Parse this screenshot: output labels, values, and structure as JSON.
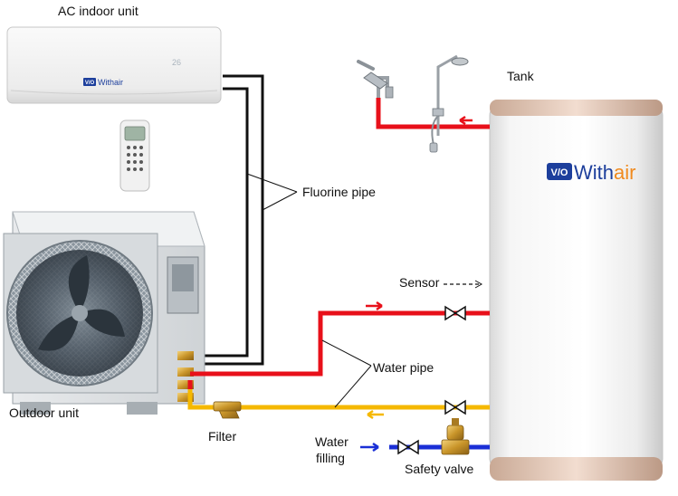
{
  "labels": {
    "ac_indoor_unit": "AC indoor unit",
    "tank": "Tank",
    "fluorine_pipe": "Fluorine pipe",
    "sensor": "Sensor",
    "water_pipe": "Water pipe",
    "outdoor_unit": "Outdoor unit",
    "filter": "Filter",
    "water_filling_line1": "Water",
    "water_filling_line2": "filling",
    "safety_valve": "Safety valve"
  },
  "brand": {
    "prefix": "V/O",
    "name": "Withair",
    "name_main": "With",
    "name_accent": "air"
  },
  "indoor_display": "26",
  "colors": {
    "hot_pipe": "#e8101a",
    "return_pipe": "#f5b800",
    "cold_pipe": "#1a2fd6",
    "fluorine_pipe": "#111111",
    "brand_blue": "#1d3f9c",
    "brand_orange": "#f08a1e"
  }
}
